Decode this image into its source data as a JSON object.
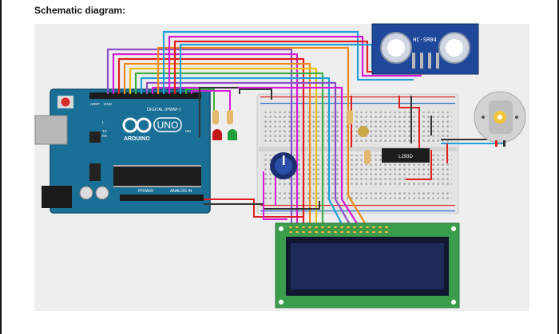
{
  "heading": "Schematic diagram:",
  "arduino": {
    "board_name": "UNO",
    "brand": "ARDUINO",
    "digital_label": "DIGITAL (PWM~)",
    "power_label": "POWER",
    "analog_label": "ANALOG IN",
    "aref_label": "AREF",
    "gnd_label": "GND",
    "tx_label": "TX",
    "rx_label": "RX",
    "on_label": "ON",
    "l_label": "L"
  },
  "sensor": {
    "name": "HC-SR04"
  },
  "driver_chip": {
    "name": "L293D"
  },
  "colors": {
    "background_panel": "#eeeeee",
    "arduino_board": "#1a6f96",
    "breadboard": "#e4e4e4",
    "lcd_board": "#3a9e4c",
    "lcd_screen": "#1e2a5a",
    "sensor_board": "#20489a",
    "wire_red": "#e02020",
    "wire_black": "#333333",
    "wire_cyan": "#1fa0d8",
    "wire_magenta": "#d61bd6",
    "wire_yellow": "#e8c200",
    "wire_orange": "#f08a1a",
    "wire_green": "#3cb043",
    "wire_purple": "#8b4fc8",
    "wire_gray": "#999999",
    "led_red": "#c41818",
    "led_green": "#1f9e3a"
  },
  "icons": [
    "arduino-infinity-logo-icon",
    "reset-button-icon",
    "usb-port-icon",
    "power-jack-icon",
    "dc-motor-icon",
    "potentiometer-icon"
  ]
}
